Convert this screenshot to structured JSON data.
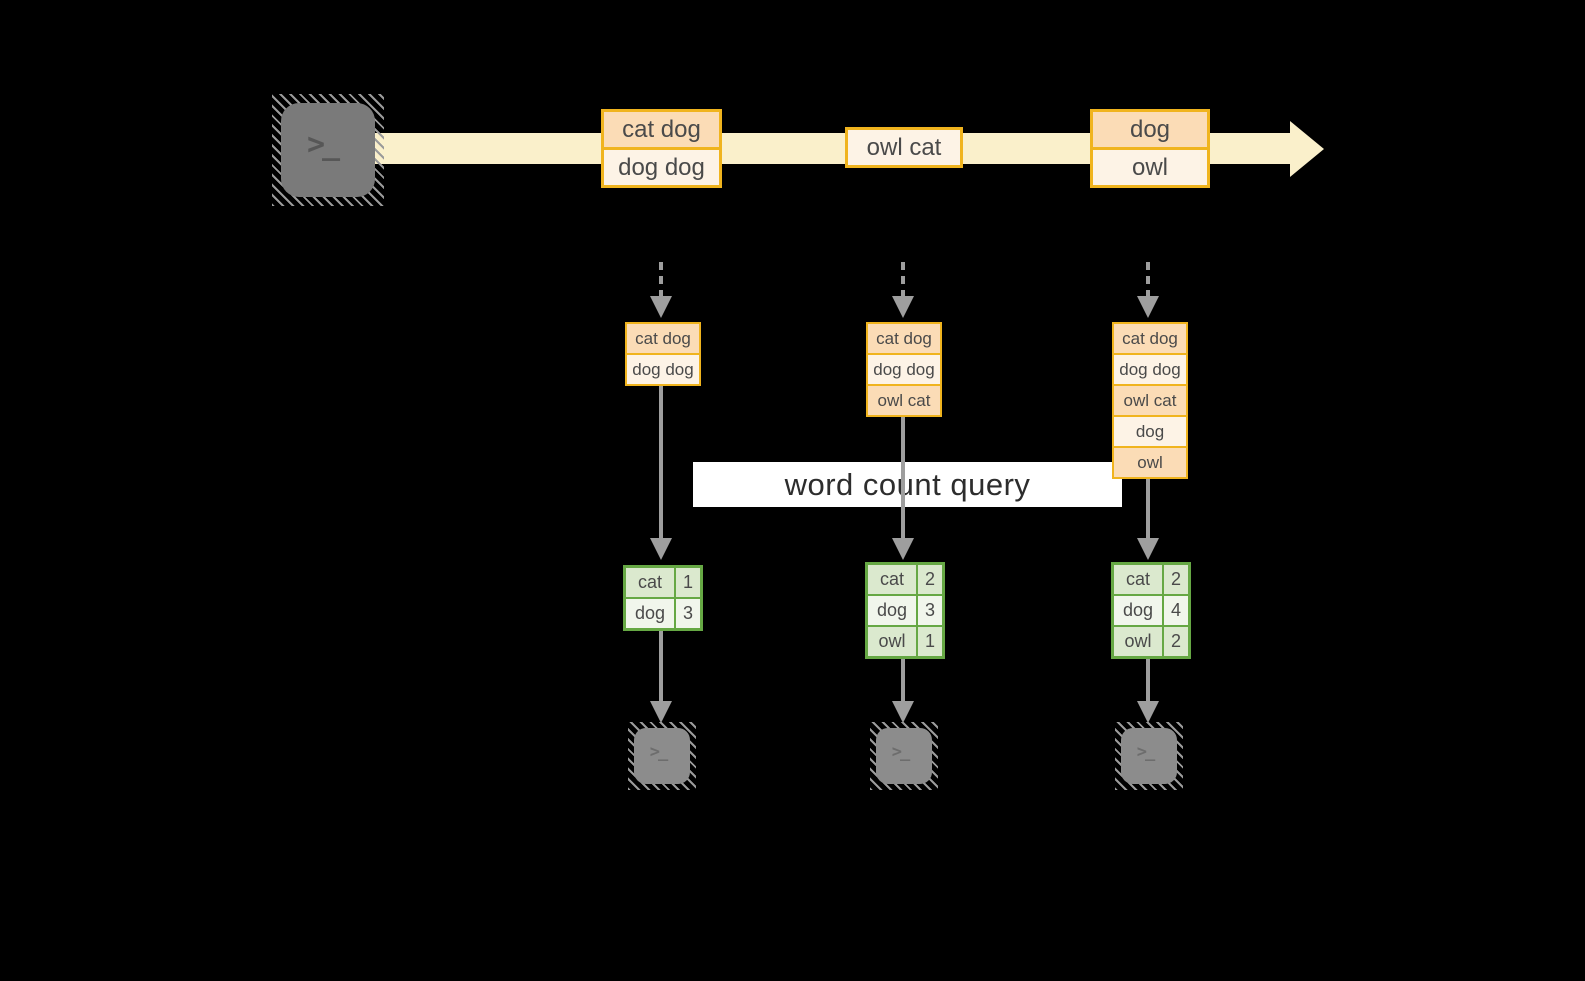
{
  "banner": {
    "label": "word count query"
  },
  "icons": {
    "terminal_prompt": ">_",
    "stream_arrow": "right-arrow",
    "down_arrow": "down-arrow"
  },
  "stream_events": [
    {
      "rows": [
        "cat dog",
        "dog dog"
      ]
    },
    {
      "rows": [
        "owl cat"
      ]
    },
    {
      "rows": [
        "dog",
        "owl"
      ]
    }
  ],
  "pipelines": [
    {
      "buffer": [
        "cat dog",
        "dog dog"
      ],
      "counts": [
        {
          "word": "cat",
          "count": "1"
        },
        {
          "word": "dog",
          "count": "3"
        }
      ]
    },
    {
      "buffer": [
        "cat dog",
        "dog dog",
        "owl cat"
      ],
      "counts": [
        {
          "word": "cat",
          "count": "2"
        },
        {
          "word": "dog",
          "count": "3"
        },
        {
          "word": "owl",
          "count": "1"
        }
      ]
    },
    {
      "buffer": [
        "cat dog",
        "dog dog",
        "owl cat",
        "dog",
        "owl"
      ],
      "counts": [
        {
          "word": "cat",
          "count": "2"
        },
        {
          "word": "dog",
          "count": "4"
        },
        {
          "word": "owl",
          "count": "2"
        }
      ]
    }
  ],
  "colors": {
    "background": "#000000",
    "amber_border": "#f0b41e",
    "peach_fill": "#fbdcb6",
    "cream_fill": "#fdf3e6",
    "stream_fill": "#faf0cb",
    "green_border": "#66a844",
    "green_row_dark": "#dbe9ce",
    "green_row_light": "#f1f6ec",
    "arrow_gray": "#9e9e9e",
    "terminal_gray": "#7a7a7a",
    "banner_white": "#ffffff"
  }
}
